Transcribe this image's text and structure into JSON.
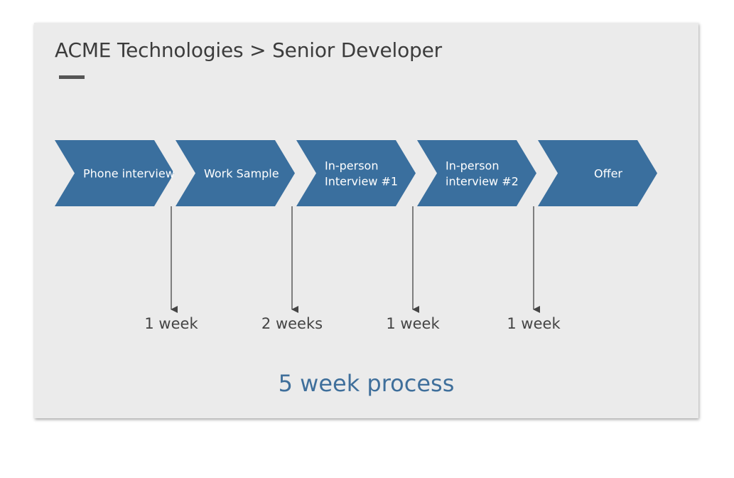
{
  "title": "ACME Technologies > Senior Developer",
  "colors": {
    "chevron": "#3a6f9e",
    "summary": "#3f6f9b",
    "background": "#ebebeb"
  },
  "steps": [
    {
      "lines": [
        "Phone interview"
      ]
    },
    {
      "lines": [
        "Work Sample"
      ]
    },
    {
      "lines": [
        "In-person",
        "Interview #1"
      ]
    },
    {
      "lines": [
        "In-person",
        "interview #2"
      ]
    },
    {
      "lines": [
        "Offer"
      ]
    }
  ],
  "durations": [
    "1 week",
    "2 weeks",
    "1 week",
    "1 week"
  ],
  "summary": "5 week process"
}
